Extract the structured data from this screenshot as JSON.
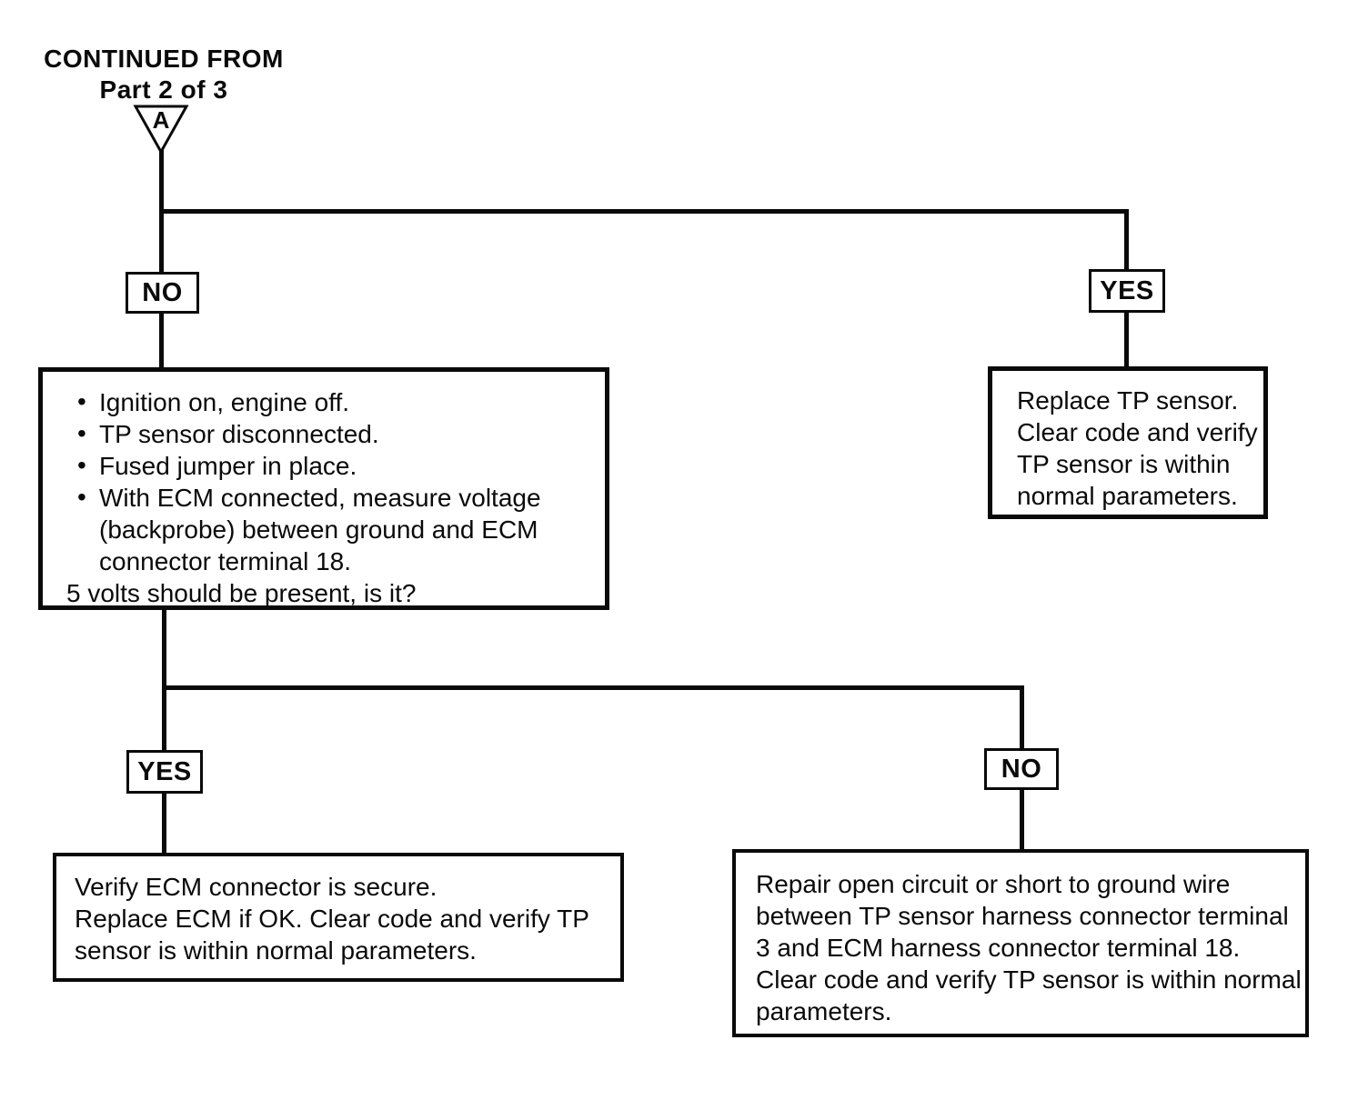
{
  "colors": {
    "ink": "#0a0a0a",
    "paper": "#ffffff"
  },
  "header": {
    "line1": "CONTINUED FROM",
    "line2": "Part 2 of 3"
  },
  "connector": {
    "label": "A"
  },
  "decisions": {
    "branch1_no": "NO",
    "branch1_yes": "YES",
    "branch2_yes": "YES",
    "branch2_no": "NO"
  },
  "boxes": {
    "checklist": {
      "bullets": [
        "Ignition on, engine off.",
        "TP sensor disconnected.",
        "Fused jumper in place.",
        "With ECM connected, measure voltage (backprobe) between ground and ECM connector terminal 18."
      ],
      "question": "5 volts should be present, is it?"
    },
    "replace_tp": {
      "lines": [
        "Replace TP sensor.",
        "Clear code and verify",
        "TP sensor is within",
        "normal parameters."
      ]
    },
    "verify_ecm": {
      "lines": [
        "Verify ECM connector is secure.",
        "Replace ECM if OK. Clear code and verify TP",
        "sensor is within normal parameters."
      ]
    },
    "repair_circuit": {
      "lines": [
        "Repair open circuit or short to ground wire",
        "between TP sensor harness connector terminal",
        "3 and ECM harness connector terminal 18.",
        "Clear code and verify TP sensor is within normal",
        "parameters."
      ]
    }
  }
}
